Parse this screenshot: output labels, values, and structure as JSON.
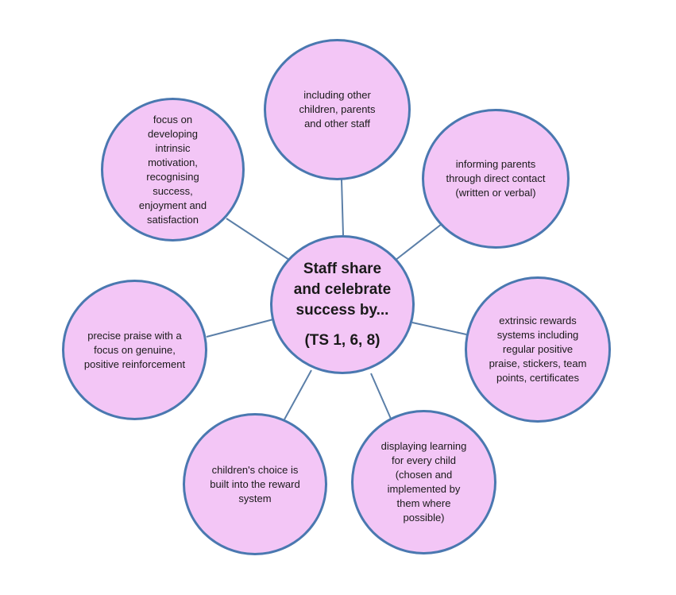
{
  "center": {
    "title": "Staff share and celebrate success by...",
    "reference": "(TS 1, 6, 8)"
  },
  "colors": {
    "bubble_fill": "#f3c6f6",
    "bubble_border": "#4a78b0",
    "connector": "#5b7fa8"
  },
  "nodes": [
    {
      "id": "top",
      "text": "including other children, parents and other staff"
    },
    {
      "id": "top-left",
      "text": "focus on developing intrinsic motivation, recognising success, enjoyment and satisfaction"
    },
    {
      "id": "top-right",
      "text": "informing parents through direct contact (written or verbal)"
    },
    {
      "id": "left",
      "text": "precise praise with a focus on genuine, positive reinforcement"
    },
    {
      "id": "right",
      "text": "extrinsic rewards systems including regular positive praise, stickers, team points, certificates"
    },
    {
      "id": "bottom-left",
      "text": "children's choice is built into the reward system"
    },
    {
      "id": "bottom-right",
      "text": "displaying learning for every child (chosen and implemented by them where possible)"
    }
  ]
}
